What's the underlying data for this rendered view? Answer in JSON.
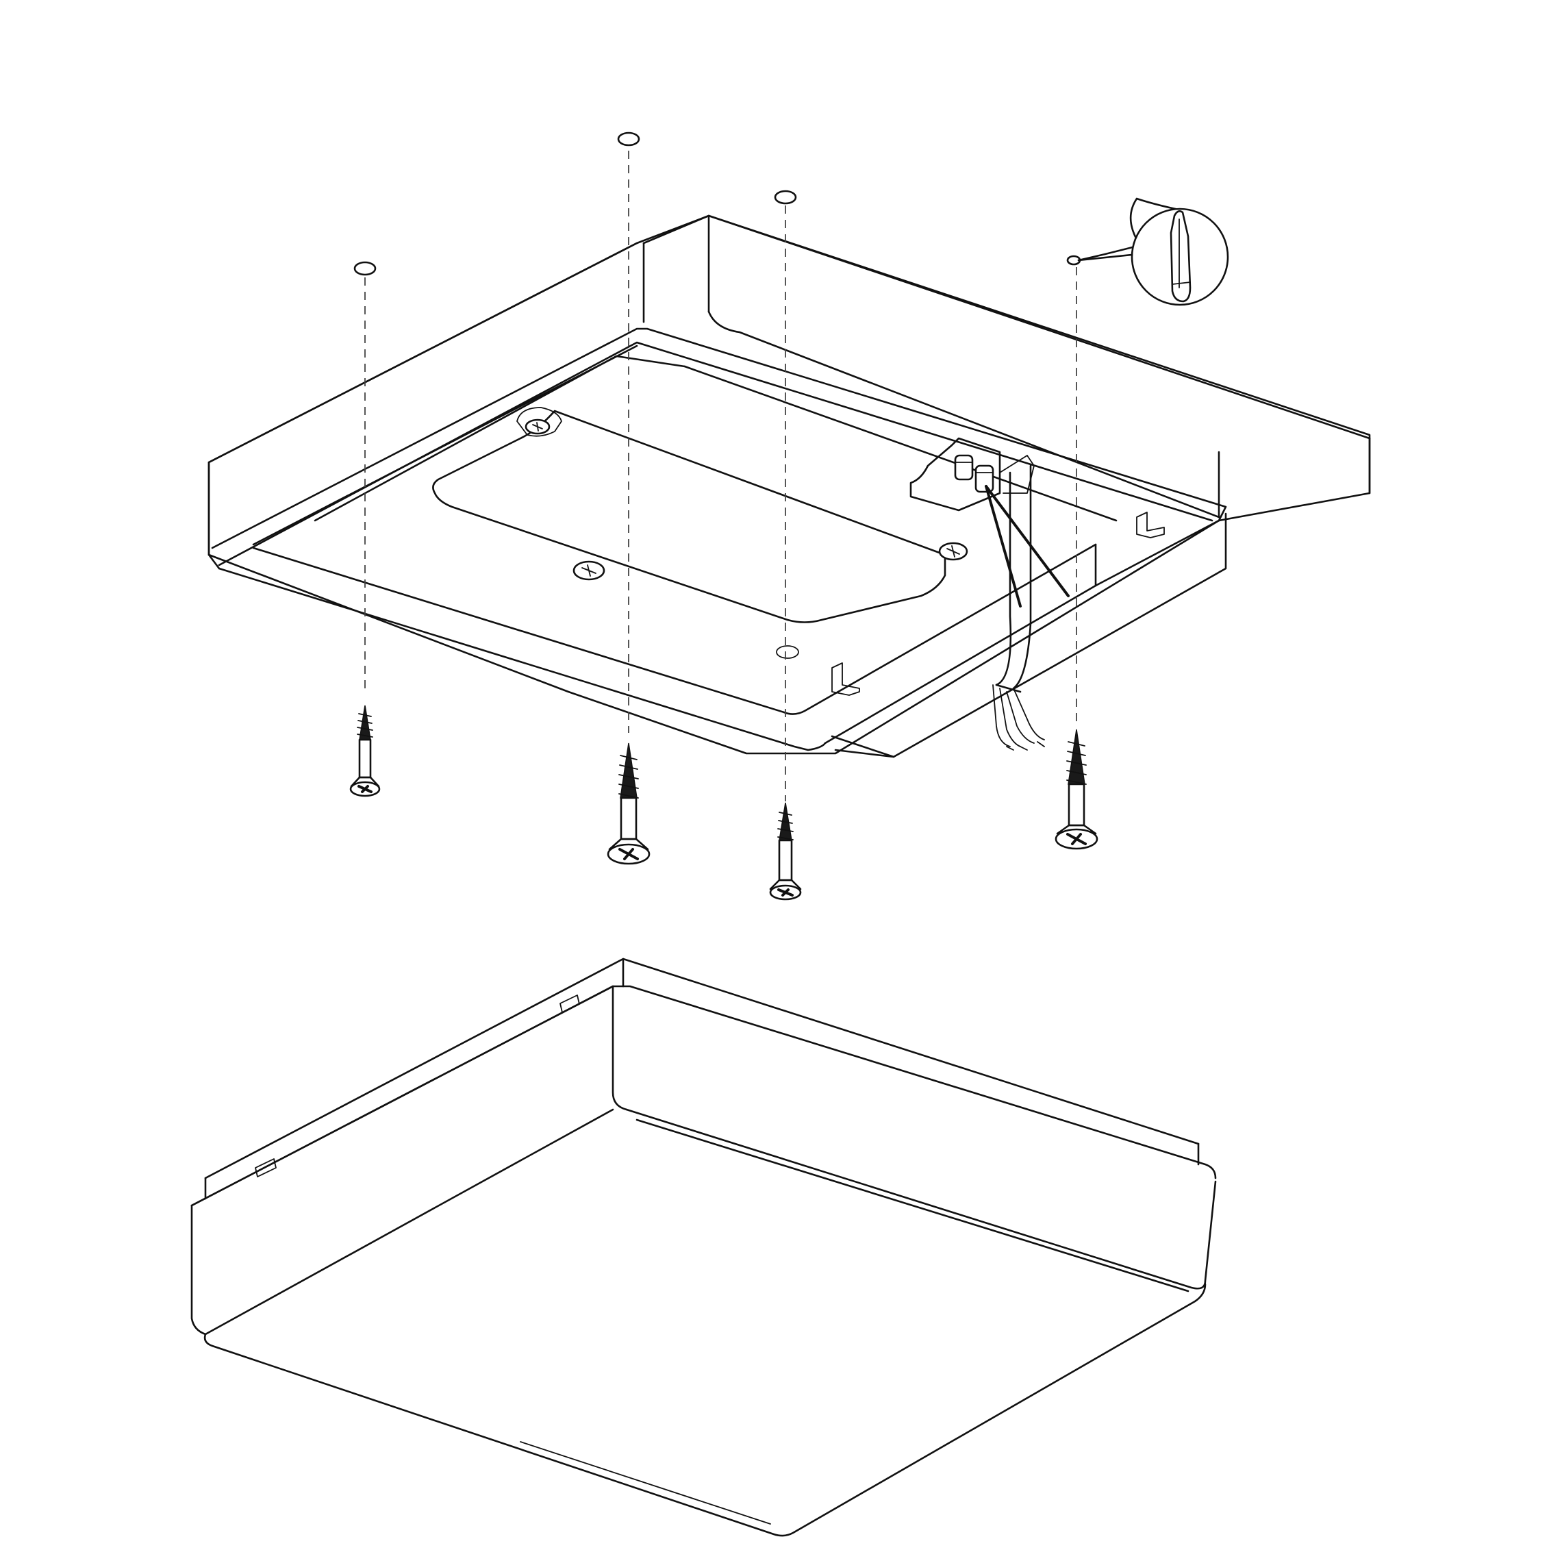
{
  "diagram": {
    "parts": [
      {
        "name": "mounting-base",
        "label": ""
      },
      {
        "name": "diffuser-cover",
        "label": ""
      }
    ],
    "fixings": {
      "screw_count": 4,
      "wall_plug_count": 4
    },
    "line_color": "#111111",
    "background_color": "#ffffff",
    "icons": [
      "wood-screw-icon",
      "wall-plug-icon",
      "drill-hole-icon"
    ]
  }
}
